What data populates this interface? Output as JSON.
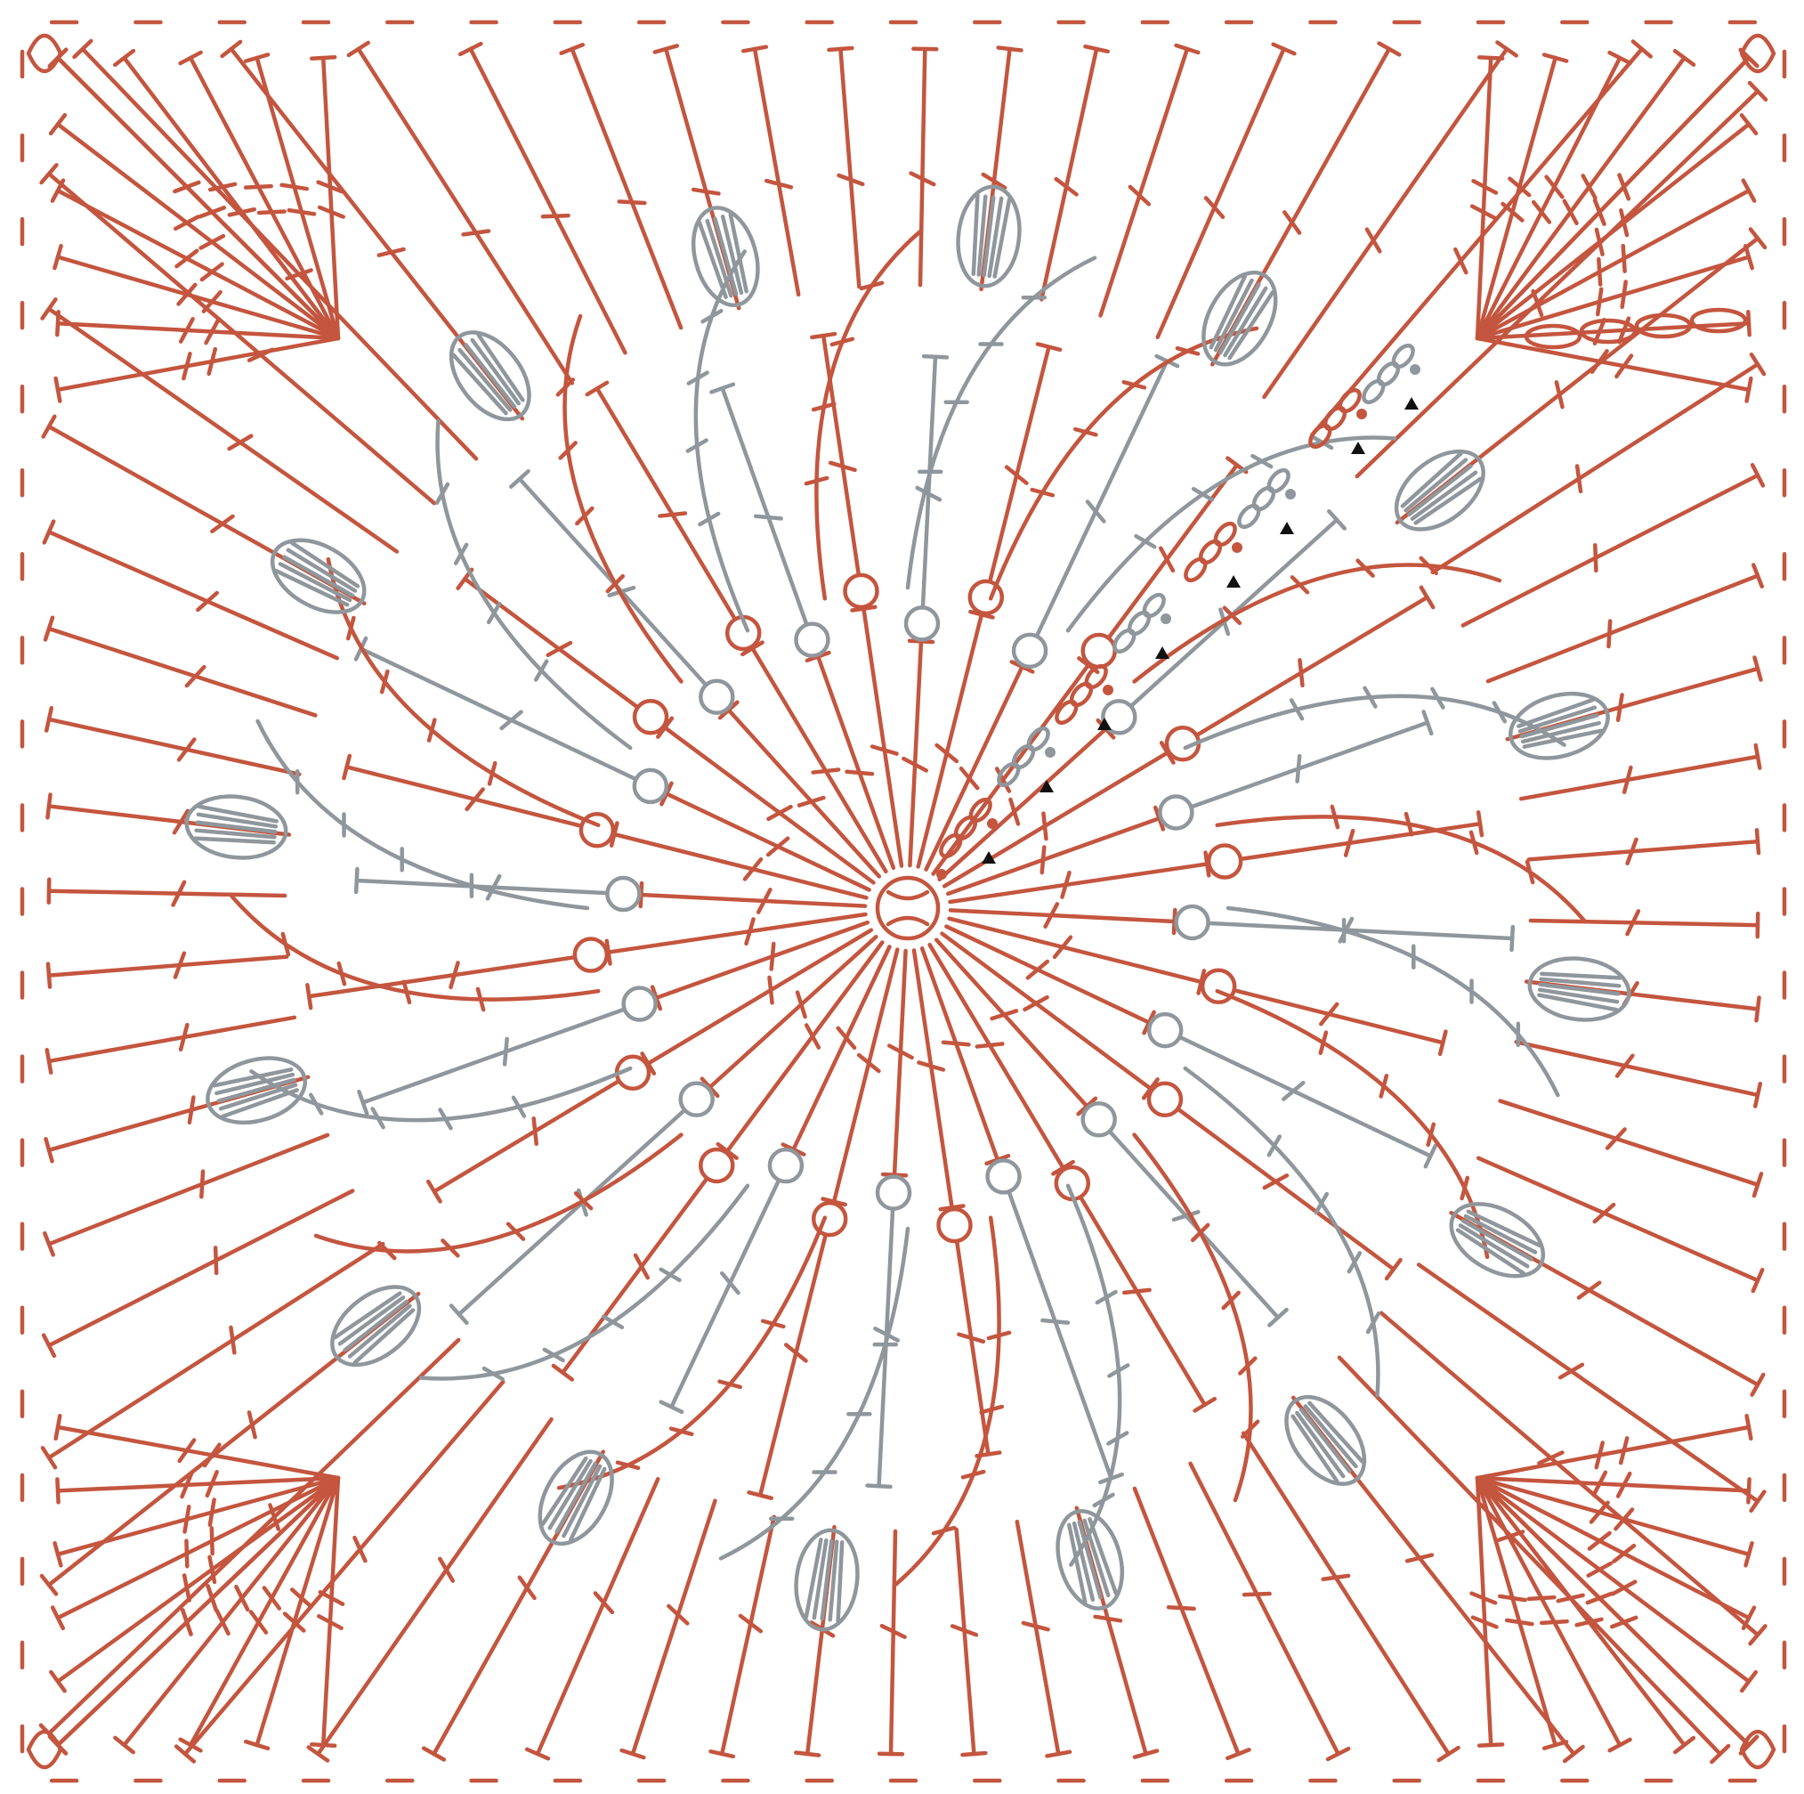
{
  "diagram": {
    "kind": "crochet-square-stitch-chart",
    "title": "",
    "colors": {
      "round_primary": "#c4553e",
      "round_secondary": "#8f979c",
      "marker": "#111111",
      "background": "#ffffff"
    },
    "icons": {
      "center_ring": "magic-ring-icon",
      "chain": "chain-oval-icon",
      "slip_stitch": "dot-icon",
      "start": "triangle-marker-icon",
      "cluster": "bobble-leaf-icon",
      "double_crochet": "double-crochet-icon",
      "treble_crochet": "treble-crochet-icon",
      "single_crochet": "single-crochet-cross-icon",
      "corner": "corner-loop-icon"
    },
    "spokes_per_round": 32,
    "clusters": 16,
    "border_stitches_per_side": 21,
    "corner_fans": 4
  }
}
